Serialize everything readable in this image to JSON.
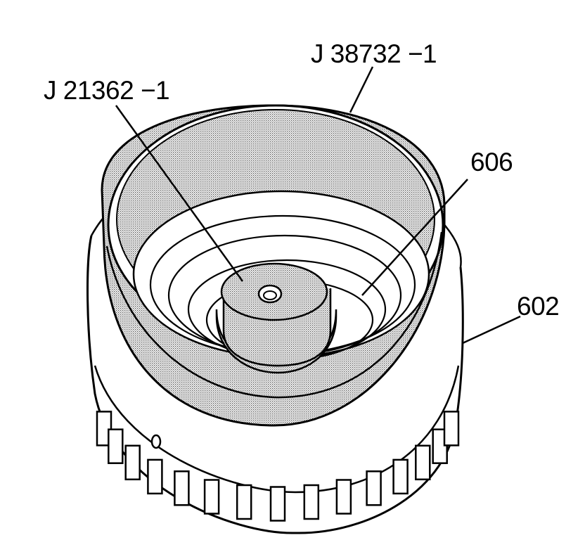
{
  "diagram": {
    "callouts": {
      "tool_ring": "J 38732 −1",
      "tool_center": "J 21362 −1",
      "part_spring": "606",
      "part_housing": "602"
    },
    "colors": {
      "line": "#000000",
      "shading": "#9a9a9a",
      "background": "#ffffff"
    }
  }
}
